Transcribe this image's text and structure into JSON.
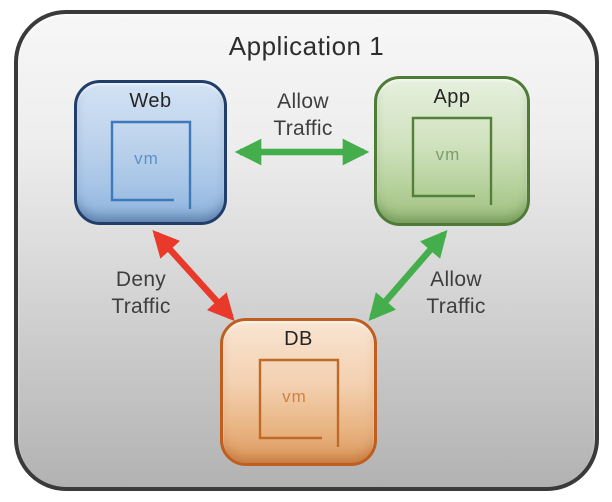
{
  "diagram": {
    "title": "Application 1",
    "nodes": [
      {
        "id": "web",
        "label": "Web",
        "vm_label": "vm",
        "fill": "#bcd2ec",
        "border_color": "#203e69"
      },
      {
        "id": "app",
        "label": "App",
        "vm_label": "vm",
        "fill": "#d0e2bf",
        "border_color": "#4e7c36"
      },
      {
        "id": "db",
        "label": "DB",
        "vm_label": "vm",
        "fill": "#f3d0b0",
        "border_color": "#bf5e1e"
      }
    ],
    "edges": [
      {
        "from": "Web",
        "to": "App",
        "label": "Allow Traffic",
        "type": "allow",
        "color": "#44ad4c"
      },
      {
        "from": "Web",
        "to": "DB",
        "label": "Deny Traffic",
        "type": "deny",
        "color": "#e8392b"
      },
      {
        "from": "App",
        "to": "DB",
        "label": "Allow Traffic",
        "type": "allow",
        "color": "#44ad4c"
      }
    ]
  }
}
